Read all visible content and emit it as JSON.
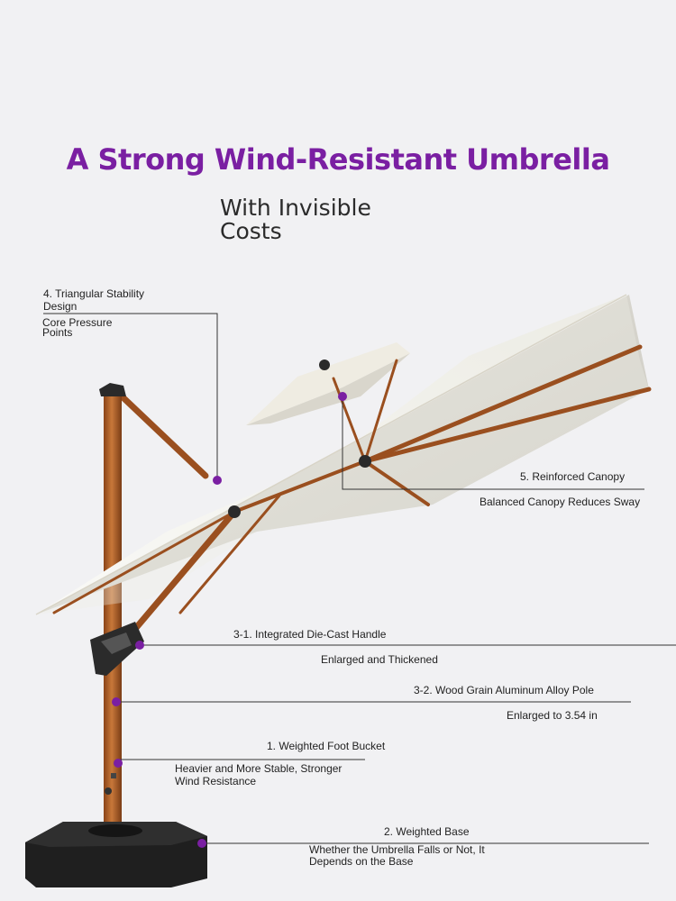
{
  "title": "A Strong Wind-Resistant Umbrella",
  "subtitle": "With Invisible Costs",
  "colors": {
    "accent": "#7a1fa2",
    "wood": "#b5652a",
    "canopy": "#f3f1ea",
    "base": "#1f1f1f"
  },
  "callouts": {
    "triangular": {
      "title": "4. Triangular Stability Design",
      "desc": "Core Pressure Points"
    },
    "canopy": {
      "title": "5. Reinforced Canopy",
      "desc": "Balanced Canopy Reduces Sway"
    },
    "handle": {
      "title": "3-1. Integrated Die-Cast Handle",
      "desc": "Enlarged and Thickened"
    },
    "pole": {
      "title": "3-2. Wood Grain Aluminum Alloy Pole",
      "desc": "Enlarged to 3.54 in"
    },
    "bucket": {
      "title": "1. Weighted Foot Bucket",
      "desc": "Heavier and More Stable, Stronger Wind Resistance"
    },
    "base": {
      "title": "2. Weighted Base",
      "desc": "Whether the Umbrella Falls or Not, It Depends on the Base"
    }
  }
}
